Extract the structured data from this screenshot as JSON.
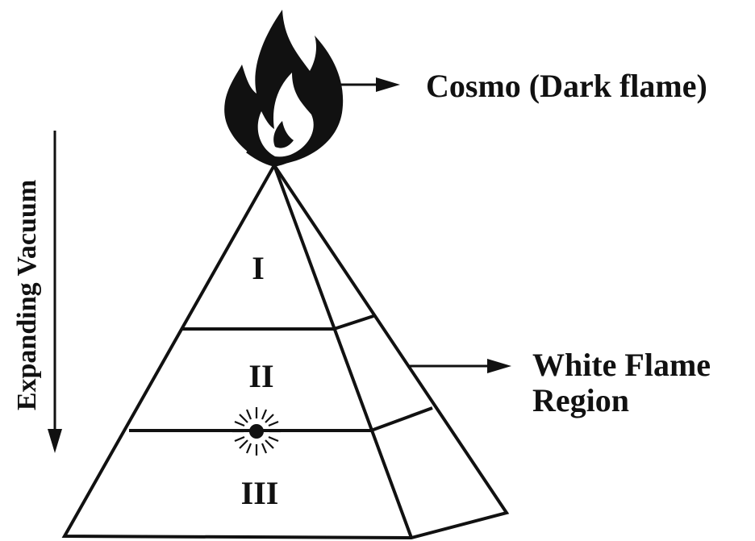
{
  "labels": {
    "cosmo": "Cosmo (Dark flame)",
    "white_flame_line1": "White Flame",
    "white_flame_line2": "Region",
    "expanding_vacuum": "Expanding Vacuum"
  },
  "regions": {
    "top": "I",
    "middle": "II",
    "bottom": "III"
  },
  "colors": {
    "ink": "#111111",
    "background": "#ffffff"
  }
}
